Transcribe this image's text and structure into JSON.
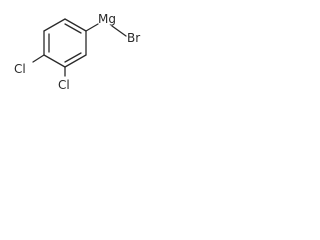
{
  "molecule": {
    "atoms": {
      "metal": "Mg",
      "halide": "Br",
      "chloro_para": "Cl",
      "chloro_meta": "Cl"
    },
    "colors": {
      "bond": "#2a2a2a",
      "label": "#2a2a2a",
      "background": "#ffffff"
    }
  }
}
